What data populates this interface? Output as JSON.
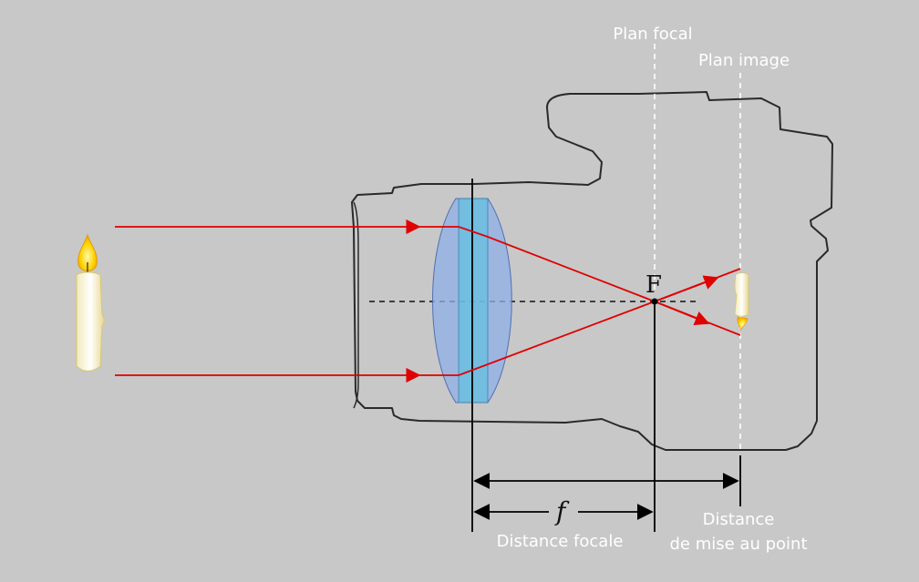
{
  "labels": {
    "focal_plane": "Plan focal",
    "image_plane": "Plan image",
    "focal_point": "F",
    "focal_symbol": "f",
    "focal_distance": "Distance focale",
    "focus_distance_line1": "Distance",
    "focus_distance_line2": "de mise au point"
  },
  "colors": {
    "background": "#c8c8c8",
    "ray": "#e00000",
    "outline": "#2a2a2a",
    "guide": "#ffffff",
    "lens_fill": "#8fb0e8",
    "lens_core": "#5fc0e0"
  }
}
